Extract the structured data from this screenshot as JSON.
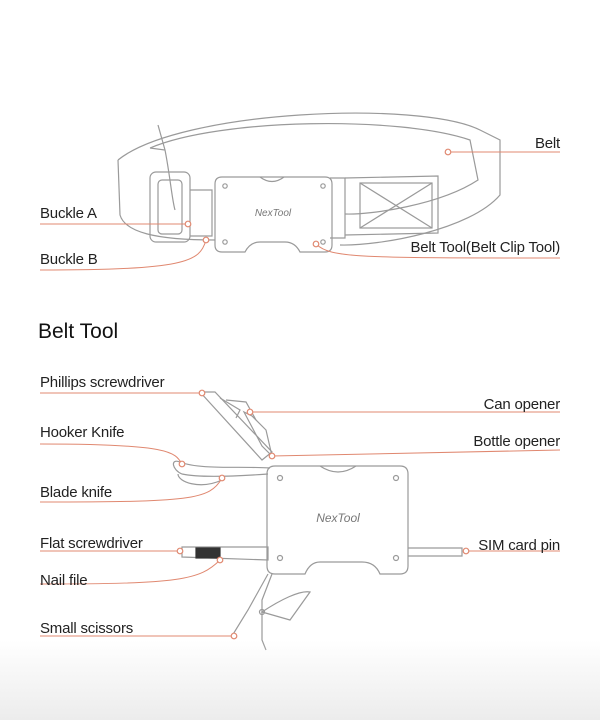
{
  "belt_diagram": {
    "brand": "NexTool",
    "labels": {
      "belt": "Belt",
      "buckle_a": "Buckle A",
      "buckle_b": "Buckle B",
      "belt_tool": "Belt Tool(Belt Clip Tool)"
    }
  },
  "tool_section": {
    "heading": "Belt Tool",
    "brand": "NexTool",
    "labels": {
      "phillips": "Phillips screwdriver",
      "hooker_knife": "Hooker Knife",
      "blade_knife": "Blade knife",
      "flat_screwdriver": "Flat screwdriver",
      "nail_file": "Nail file",
      "small_scissors": "Small scissors",
      "can_opener": "Can opener",
      "bottle_opener": "Bottle opener",
      "sim_pin": "SIM card pin"
    }
  },
  "colors": {
    "line": "#9a9a9a",
    "callout": "#e08870",
    "text": "#222222"
  }
}
